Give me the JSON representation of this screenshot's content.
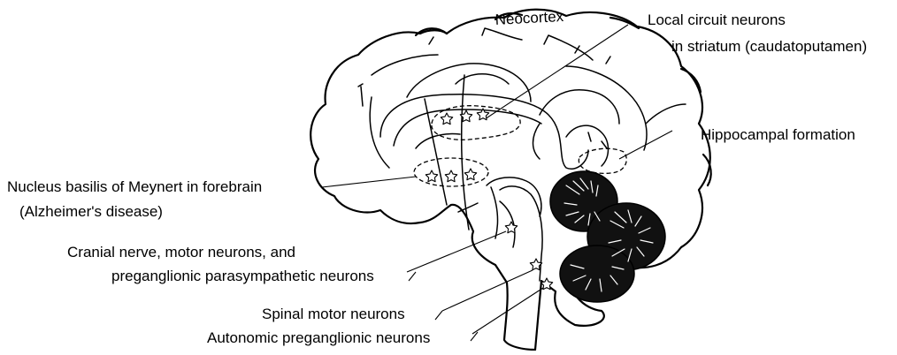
{
  "labels": {
    "neocortex": "Neocortex",
    "local_circuit_line1": "Local circuit neurons",
    "local_circuit_line2": "in striatum (caudatoputamen)",
    "hippocampal": "Hippocampal formation",
    "basilis_line1": "Nucleus basilis of Meynert in forebrain",
    "basilis_line2": "(Alzheimer's disease)",
    "cranial_line1": "Cranial nerve, motor neurons, and",
    "cranial_line2": "preganglionic parasympathetic neurons",
    "spinal": "Spinal motor neurons",
    "autonomic": "Autonomic preganglionic neurons"
  },
  "icons": {
    "neuron_marker": "star-outline-icon"
  }
}
